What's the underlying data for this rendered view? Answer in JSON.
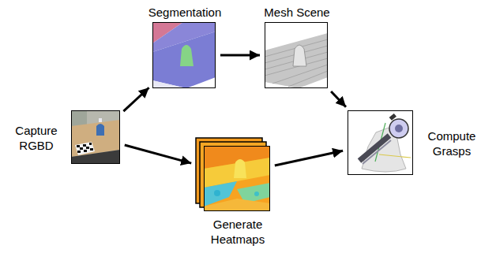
{
  "diagram": {
    "nodes": [
      {
        "text": [
          "Capture RGBD"
        ]
      },
      {
        "text": [
          "Segmentation"
        ]
      },
      {
        "text": [
          "Mesh Scene"
        ]
      },
      {
        "text": [
          "Generate Heatmaps"
        ]
      },
      {
        "text": [
          "Compute Grasps"
        ]
      }
    ],
    "edges": [
      {
        "from": 0,
        "to": 1,
        "arrow": "to"
      },
      {
        "from": 1,
        "to": 2,
        "arrow": "to"
      },
      {
        "from": 2,
        "to": 4,
        "arrow": "to"
      },
      {
        "from": 0,
        "to": 3,
        "arrow": "to"
      },
      {
        "from": 3,
        "to": 4,
        "arrow": "to"
      }
    ]
  }
}
